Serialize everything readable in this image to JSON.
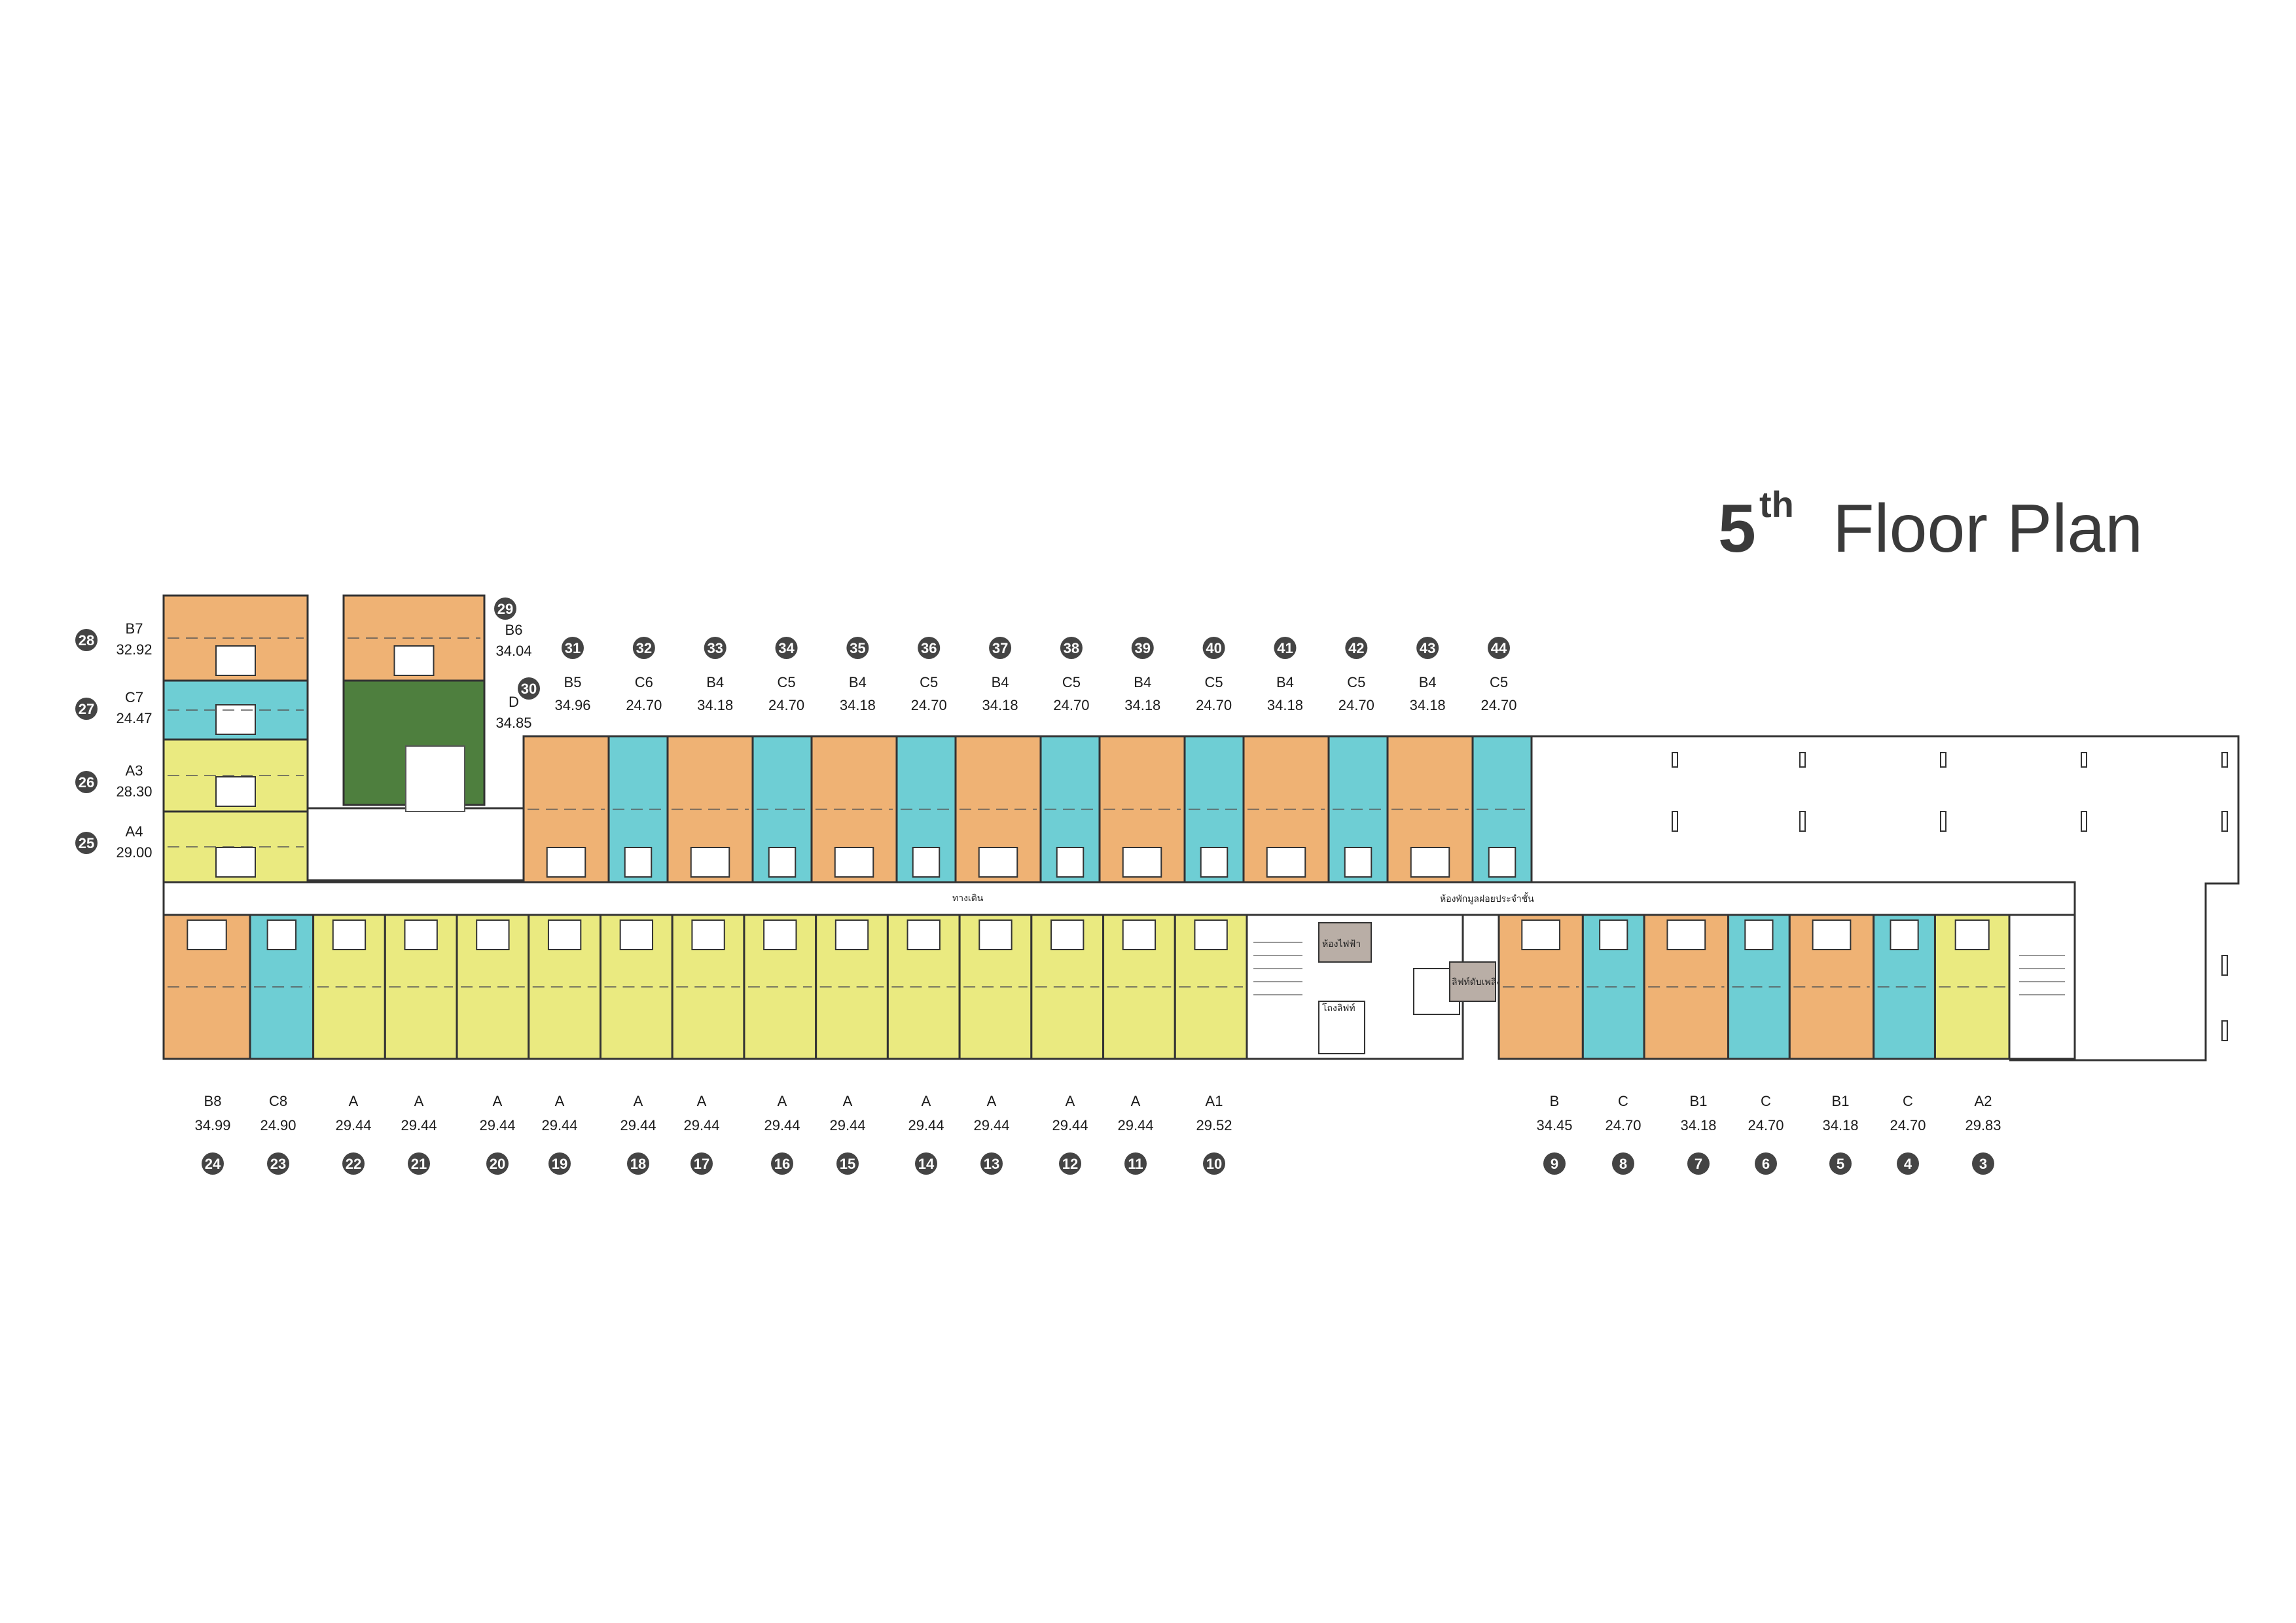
{
  "title": {
    "number": "5",
    "suffix": "th",
    "text": "Floor Plan"
  },
  "colors": {
    "orange": "#EFB274",
    "cyan": "#6ECED4",
    "yellow": "#EAEA80",
    "green": "#4E7F3E",
    "badge": "#444444"
  },
  "common_labels": {
    "corridor": "ทางเดิน",
    "electric_room": "ห้องไฟฟ้า",
    "garbage_room": "ห้องพักมูลฝอยประจำชั้น",
    "lift_hall": "โถงลิฟท์",
    "service_lift": "ลิฟท์ดับเพลิง"
  },
  "units_top_row": [
    {
      "no": "31",
      "type": "B5",
      "area": "34.96",
      "color": "orange"
    },
    {
      "no": "32",
      "type": "C6",
      "area": "24.70",
      "color": "cyan"
    },
    {
      "no": "33",
      "type": "B4",
      "area": "34.18",
      "color": "orange"
    },
    {
      "no": "34",
      "type": "C5",
      "area": "24.70",
      "color": "cyan"
    },
    {
      "no": "35",
      "type": "B4",
      "area": "34.18",
      "color": "orange"
    },
    {
      "no": "36",
      "type": "C5",
      "area": "24.70",
      "color": "cyan"
    },
    {
      "no": "37",
      "type": "B4",
      "area": "34.18",
      "color": "orange"
    },
    {
      "no": "38",
      "type": "C5",
      "area": "24.70",
      "color": "cyan"
    },
    {
      "no": "39",
      "type": "B4",
      "area": "34.18",
      "color": "orange"
    },
    {
      "no": "40",
      "type": "C5",
      "area": "24.70",
      "color": "cyan"
    },
    {
      "no": "41",
      "type": "B4",
      "area": "34.18",
      "color": "orange"
    },
    {
      "no": "42",
      "type": "C5",
      "area": "24.70",
      "color": "cyan"
    },
    {
      "no": "43",
      "type": "B4",
      "area": "34.18",
      "color": "orange"
    },
    {
      "no": "44",
      "type": "C5",
      "area": "24.70",
      "color": "cyan"
    }
  ],
  "units_bottom_left": [
    {
      "no": "24",
      "type": "B8",
      "area": "34.99",
      "color": "orange"
    },
    {
      "no": "23",
      "type": "C8",
      "area": "24.90",
      "color": "cyan"
    },
    {
      "no": "22",
      "type": "A",
      "area": "29.44",
      "color": "yellow"
    },
    {
      "no": "21",
      "type": "A",
      "area": "29.44",
      "color": "yellow"
    },
    {
      "no": "20",
      "type": "A",
      "area": "29.44",
      "color": "yellow"
    },
    {
      "no": "19",
      "type": "A",
      "area": "29.44",
      "color": "yellow"
    },
    {
      "no": "18",
      "type": "A",
      "area": "29.44",
      "color": "yellow"
    },
    {
      "no": "17",
      "type": "A",
      "area": "29.44",
      "color": "yellow"
    },
    {
      "no": "16",
      "type": "A",
      "area": "29.44",
      "color": "yellow"
    },
    {
      "no": "15",
      "type": "A",
      "area": "29.44",
      "color": "yellow"
    },
    {
      "no": "14",
      "type": "A",
      "area": "29.44",
      "color": "yellow"
    },
    {
      "no": "13",
      "type": "A",
      "area": "29.44",
      "color": "yellow"
    },
    {
      "no": "12",
      "type": "A",
      "area": "29.44",
      "color": "yellow"
    },
    {
      "no": "11",
      "type": "A",
      "area": "29.44",
      "color": "yellow"
    },
    {
      "no": "10",
      "type": "A1",
      "area": "29.52",
      "color": "yellow"
    }
  ],
  "units_bottom_right": [
    {
      "no": "9",
      "type": "B",
      "area": "34.45",
      "color": "orange"
    },
    {
      "no": "8",
      "type": "C",
      "area": "24.70",
      "color": "cyan"
    },
    {
      "no": "7",
      "type": "B1",
      "area": "34.18",
      "color": "orange"
    },
    {
      "no": "6",
      "type": "C",
      "area": "24.70",
      "color": "cyan"
    },
    {
      "no": "5",
      "type": "B1",
      "area": "34.18",
      "color": "orange"
    },
    {
      "no": "4",
      "type": "C",
      "area": "24.70",
      "color": "cyan"
    },
    {
      "no": "3",
      "type": "A2",
      "area": "29.83",
      "color": "yellow"
    }
  ],
  "units_left_stack": [
    {
      "no": "28",
      "type": "B7",
      "area": "32.92",
      "color": "orange"
    },
    {
      "no": "27",
      "type": "C7",
      "area": "24.47",
      "color": "cyan"
    },
    {
      "no": "26",
      "type": "A3",
      "area": "28.30",
      "color": "yellow"
    },
    {
      "no": "25",
      "type": "A4",
      "area": "29.00",
      "color": "yellow"
    }
  ],
  "units_upper_block": [
    {
      "no": "29",
      "type": "B6",
      "area": "34.04",
      "color": "orange"
    },
    {
      "no": "30",
      "type": "D",
      "area": "34.85",
      "color": "green"
    }
  ]
}
